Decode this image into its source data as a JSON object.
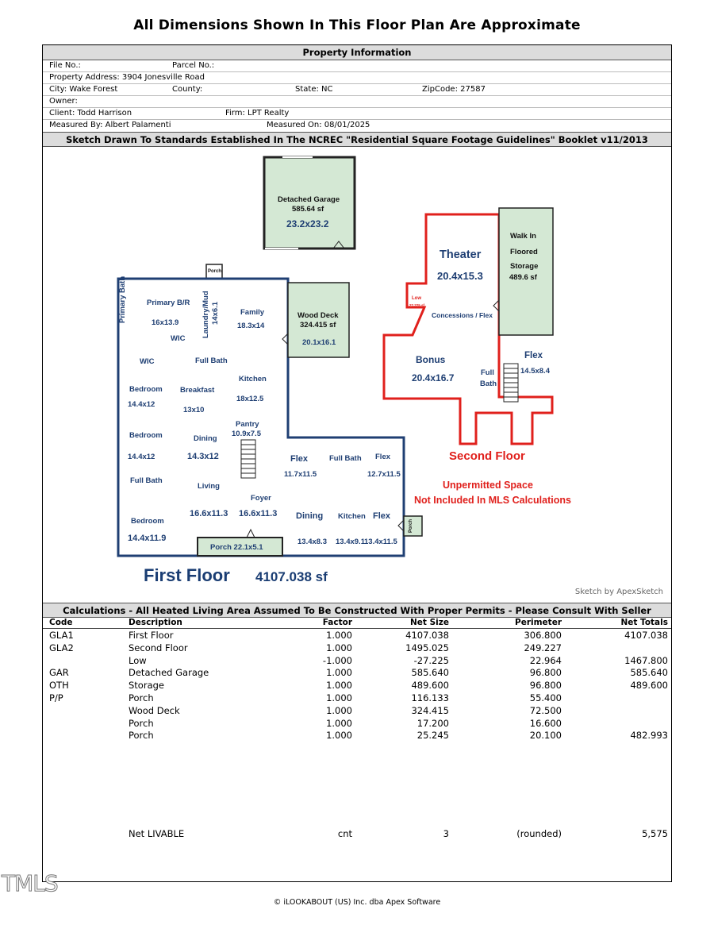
{
  "title": "All Dimensions Shown In This Floor Plan Are Approximate",
  "property": {
    "header": "Property Information",
    "file_no": "File No.:",
    "parcel_no": "Parcel No.:",
    "address": "Property Address: 3904 Jonesville Road",
    "city": "City: Wake Forest",
    "county": "County:",
    "state": "State: NC",
    "zip": "ZipCode: 27587",
    "owner": "Owner:",
    "client": "Client: Todd Harrison",
    "firm": "Firm: LPT Realty",
    "measured_by": "Measured By: Albert Palamenti",
    "measured_on": "Measured On: 08/01/2025"
  },
  "sketch": {
    "header": "Sketch Drawn To Standards Established In The NCREC \"Residential Square Footage Guidelines\"  Booklet v11/2013",
    "credit": "Sketch by ApexSketch",
    "first_floor_title": "First Floor",
    "first_floor_area": "4107.038 sf",
    "second_floor_title": "Second Floor",
    "unpermitted_line1": "Unpermitted Space",
    "unpermitted_line2": "Not Included In MLS Calculations",
    "labels": {
      "garage_name": "Detached Garage",
      "garage_area": "585.64 sf",
      "garage_dim": "23.2x23.2",
      "porch_top": "Porch",
      "primary_bath": "Primary Bath",
      "primary_br": "Primary B/R",
      "primary_br_dim": "16x13.9",
      "laundry": "Laundry/Mud",
      "laundry_dim": "14x6.1",
      "family": "Family",
      "family_dim": "18.3x14",
      "wic1": "WIC",
      "wic2": "WIC",
      "full_bath1": "Full Bath",
      "kitchen": "Kitchen",
      "kitchen_dim": "18x12.5",
      "bedroom1": "Bedroom",
      "bedroom1_dim": "14.4x12",
      "breakfast": "Breakfast",
      "breakfast_dim": "13x10",
      "pantry": "Pantry",
      "pantry_dim": "10.9x7.5",
      "bedroom2": "Bedroom",
      "bedroom2_dim": "14.4x12",
      "dining1": "Dining",
      "dining1_dim": "14.3x12",
      "full_bath2": "Full Bath",
      "living": "Living",
      "foyer": "Foyer",
      "living_dim": "16.6x11.3",
      "foyer_dim": "16.6x11.3",
      "bedroom3": "Bedroom",
      "bedroom3_dim": "14.4x11.9",
      "porch_front": "Porch 22.1x5.1",
      "wood_deck": "Wood Deck",
      "wood_deck_area": "324.415 sf",
      "wood_deck_dim": "20.1x16.1",
      "flex1": "Flex",
      "flex1_dim": "11.7x11.5",
      "full_bath3": "Full Bath",
      "flex2": "Flex",
      "flex2_dim": "12.7x11.5",
      "dining2": "Dining",
      "dining2_dim": "13.4x8.3",
      "kitchen2": "Kitchen",
      "kitchen2_dim": "13.4x9.1",
      "flex3": "Flex",
      "flex3_dim": "13.4x11.5",
      "porch_side": "Porch",
      "theater": "Theater",
      "theater_dim": "20.4x15.3",
      "walkin_1": "Walk In",
      "walkin_2": "Floored",
      "walkin_3": "Storage",
      "walkin_area": "489.6 sf",
      "low": "Low",
      "low_area": "27.225 sf",
      "concessions": "Concessions / Flex",
      "bonus": "Bonus",
      "bonus_dim": "20.4x16.7",
      "full_bath4a": "Full",
      "full_bath4b": "Bath",
      "flex4": "Flex",
      "flex4_dim": "14.5x8.4"
    }
  },
  "calculations": {
    "header": "Calculations - All Heated Living Area Assumed To Be Constructed With Proper Permits - Please Consult With Seller",
    "columns": [
      "Code",
      "Description",
      "Factor",
      "Net Size",
      "Perimeter",
      "Net Totals"
    ],
    "rows": [
      {
        "code": "GLA1",
        "desc": "First Floor",
        "factor": "1.000",
        "net": "4107.038",
        "perim": "306.800",
        "total": "4107.038"
      },
      {
        "code": "GLA2",
        "desc": "Second Floor",
        "factor": "1.000",
        "net": "1495.025",
        "perim": "249.227",
        "total": ""
      },
      {
        "code": "",
        "desc": "Low",
        "factor": "-1.000",
        "net": "-27.225",
        "perim": "22.964",
        "total": "1467.800"
      },
      {
        "code": "GAR",
        "desc": "Detached Garage",
        "factor": "1.000",
        "net": "585.640",
        "perim": "96.800",
        "total": "585.640"
      },
      {
        "code": "OTH",
        "desc": "Storage",
        "factor": "1.000",
        "net": "489.600",
        "perim": "96.800",
        "total": "489.600"
      },
      {
        "code": "P/P",
        "desc": "Porch",
        "factor": "1.000",
        "net": "116.133",
        "perim": "55.400",
        "total": ""
      },
      {
        "code": "",
        "desc": "Wood Deck",
        "factor": "1.000",
        "net": "324.415",
        "perim": "72.500",
        "total": ""
      },
      {
        "code": "",
        "desc": "Porch",
        "factor": "1.000",
        "net": "17.200",
        "perim": "16.600",
        "total": ""
      },
      {
        "code": "",
        "desc": "Porch",
        "factor": "1.000",
        "net": "25.245",
        "perim": "20.100",
        "total": "482.993"
      }
    ],
    "net_livable": {
      "desc": "Net LIVABLE",
      "factor": "cnt",
      "net": "3",
      "perim": "(rounded)",
      "total": "5,575"
    }
  },
  "watermark": "TMLS",
  "copyright": "© iLOOKABOUT (US) Inc. dba Apex Software",
  "colors": {
    "navy": "#1f3f73",
    "red": "#e0201c",
    "green_fill": "#d4e8d4",
    "header_gray": "#dcdcdc"
  }
}
